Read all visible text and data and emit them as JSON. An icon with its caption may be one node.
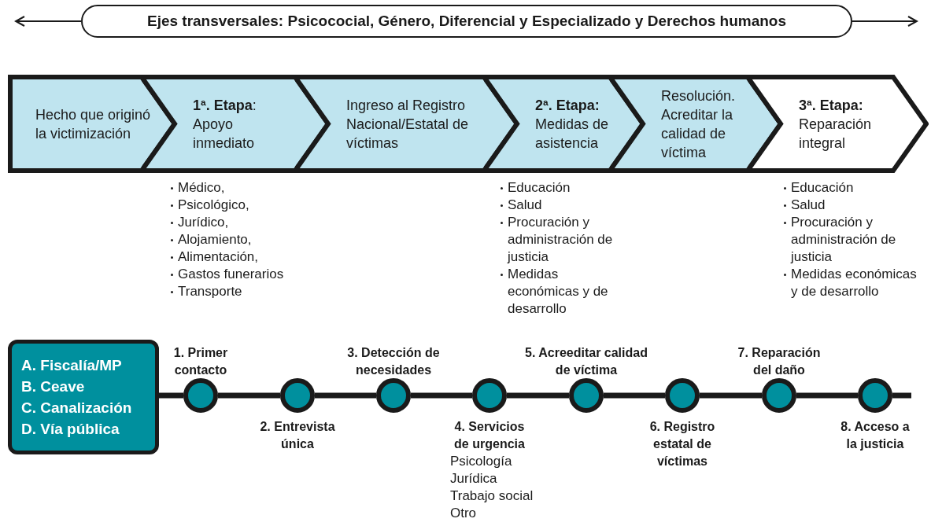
{
  "diagram": {
    "nodes": [
      {
        "text": [
          "Ejes transversales: Psicococial, Género, Diferencial y Especializado y Derechos humanos"
        ]
      },
      {
        "text": [
          "Hecho que originó la victimización"
        ]
      },
      {
        "text": [
          "**1ª. Etapa**:",
          "Apoyo inmediato"
        ],
        "beside": [
          "Médico,",
          "Psicológico,",
          "Jurídico,",
          "Alojamiento,",
          "Alimentación,",
          "Gastos funerarios",
          "Transporte"
        ]
      },
      {
        "text": [
          "Ingreso al Registro Nacional/Estatal de víctimas"
        ]
      },
      {
        "text": [
          "**2ª. Etapa:**",
          "Medidas de asistencia"
        ],
        "beside": [
          "Educación",
          "Salud",
          "Procuración y administración de justicia",
          "Medidas económicas y de desarrollo"
        ]
      },
      {
        "text": [
          "Resolución. Acreditar la calidad de víctima"
        ]
      },
      {
        "text": [
          "**3ª. Etapa:**",
          "Reparación integral"
        ],
        "beside": [
          "Educación",
          "Salud",
          "Procuración y administración de justicia",
          "Medidas económicas y de desarrollo"
        ]
      },
      {
        "text": [
          "A. Fiscalía/MP",
          "B. Ceave",
          "C. Canalización",
          "D. Vía pública"
        ]
      },
      {
        "text": [],
        "shape": "circle",
        "beside": [
          "1. Primer contacto"
        ]
      },
      {
        "text": [],
        "shape": "circle",
        "beside": [
          "2. Entrevista única"
        ]
      },
      {
        "text": [],
        "shape": "circle",
        "beside": [
          "3. Detección de necesidades"
        ]
      },
      {
        "text": [],
        "shape": "circle",
        "beside": [
          "4. Servicios de urgencia",
          "Psicología",
          "Jurídica",
          "Trabajo social",
          "Otro"
        ]
      },
      {
        "text": [],
        "shape": "circle",
        "beside": [
          "5. Acreeditar calidad de víctima"
        ]
      },
      {
        "text": [],
        "shape": "circle",
        "beside": [
          "6. Registro estatal de víctimas"
        ]
      },
      {
        "text": [],
        "shape": "circle",
        "beside": [
          "7. Reparación del daño"
        ]
      },
      {
        "text": [],
        "shape": "circle",
        "beside": [
          "8. Acceso a la justicia"
        ]
      }
    ],
    "edges": [
      {
        "from": 0,
        "to": null,
        "arrow": "to"
      },
      {
        "from": 0,
        "to": null,
        "arrow": "to"
      },
      {
        "from": 7,
        "to": 8,
        "arrow": "none"
      },
      {
        "from": 8,
        "to": 9,
        "arrow": "none"
      },
      {
        "from": 9,
        "to": 10,
        "arrow": "none"
      },
      {
        "from": 10,
        "to": 11,
        "arrow": "none"
      },
      {
        "from": 11,
        "to": 12,
        "arrow": "none"
      },
      {
        "from": 12,
        "to": 13,
        "arrow": "none"
      },
      {
        "from": 13,
        "to": 14,
        "arrow": "none"
      },
      {
        "from": 14,
        "to": 15,
        "arrow": "none"
      },
      {
        "from": 15,
        "to": null,
        "arrow": "none"
      }
    ]
  }
}
